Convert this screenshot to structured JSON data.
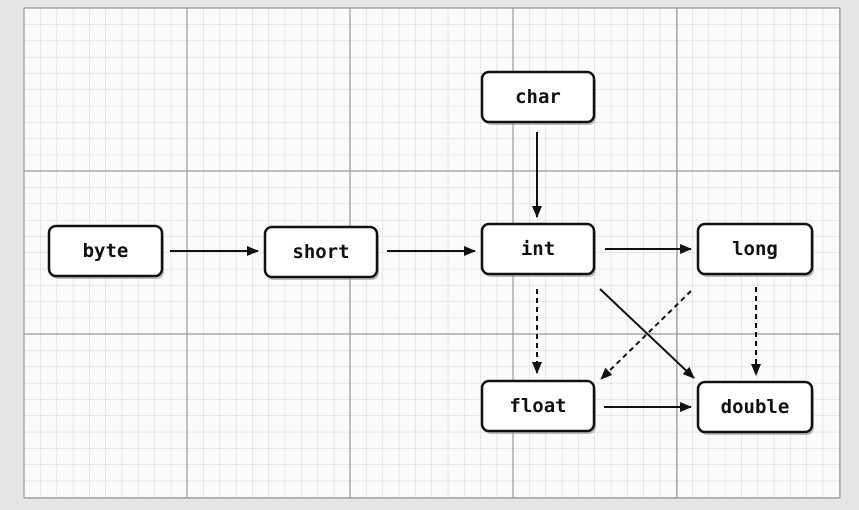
{
  "diagram": {
    "nodes": [
      {
        "id": "byte",
        "label": "byte"
      },
      {
        "id": "short",
        "label": "short"
      },
      {
        "id": "char",
        "label": "char"
      },
      {
        "id": "int",
        "label": "int"
      },
      {
        "id": "long",
        "label": "long"
      },
      {
        "id": "float",
        "label": "float"
      },
      {
        "id": "double",
        "label": "double"
      }
    ],
    "edges": [
      {
        "from": "byte",
        "to": "short",
        "style": "solid"
      },
      {
        "from": "short",
        "to": "int",
        "style": "solid"
      },
      {
        "from": "char",
        "to": "int",
        "style": "solid"
      },
      {
        "from": "int",
        "to": "long",
        "style": "solid"
      },
      {
        "from": "int",
        "to": "float",
        "style": "dashed"
      },
      {
        "from": "int",
        "to": "double",
        "style": "solid"
      },
      {
        "from": "long",
        "to": "float",
        "style": "dashed"
      },
      {
        "from": "long",
        "to": "double",
        "style": "dashed"
      },
      {
        "from": "float",
        "to": "double",
        "style": "solid"
      }
    ]
  },
  "colors": {
    "grid_minor": "#c9c9c9",
    "grid_major": "#9a9a9a",
    "node_border": "#111111",
    "node_fill": "#ffffff",
    "arrow": "#111111"
  }
}
